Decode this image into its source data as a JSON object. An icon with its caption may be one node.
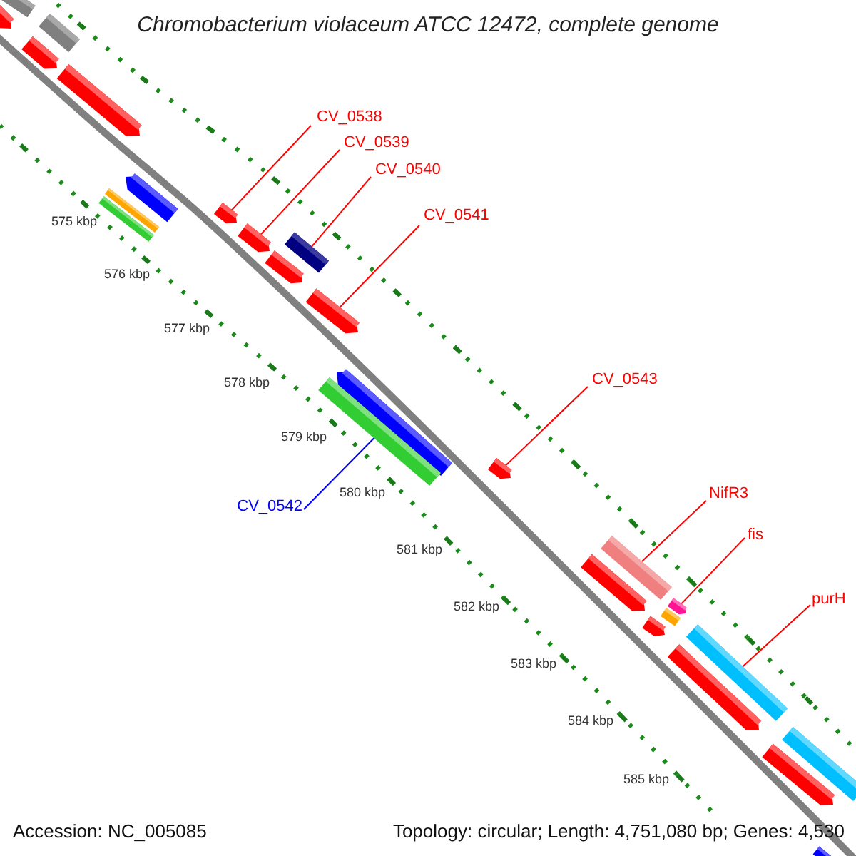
{
  "diagram": {
    "title": "Chromobacterium violaceum ATCC 12472, complete genome",
    "nodes": [
      {
        "text": [
          "CV_0538"
        ]
      },
      {
        "text": [
          "CV_0539"
        ]
      },
      {
        "text": [
          "CV_0540"
        ]
      },
      {
        "text": [
          "CV_0541"
        ]
      },
      {
        "text": [
          "CV_0542"
        ]
      },
      {
        "text": [
          "CV_0543"
        ]
      },
      {
        "text": [
          "NifR3"
        ]
      },
      {
        "text": [
          "fis"
        ]
      },
      {
        "text": [
          "purH"
        ]
      },
      {
        "text": [],
        "shape": "bar"
      },
      {
        "text": [],
        "shape": "bar"
      },
      {
        "text": [],
        "shape": "bar"
      },
      {
        "text": [],
        "shape": "bar"
      },
      {
        "text": [],
        "shape": "bar"
      },
      {
        "text": [],
        "shape": "bar"
      },
      {
        "text": [],
        "shape": "bar"
      },
      {
        "text": [],
        "shape": "bar"
      },
      {
        "text": [],
        "shape": "bar"
      },
      {
        "text": [],
        "shape": "bar"
      },
      {
        "text": [],
        "shape": "bar"
      },
      {
        "text": [],
        "shape": "bar"
      },
      {
        "text": [],
        "shape": "bar"
      },
      {
        "text": [],
        "shape": "bar"
      },
      {
        "text": [],
        "shape": "bar"
      },
      {
        "text": [],
        "shape": "bar"
      },
      {
        "text": [],
        "shape": "bar"
      },
      {
        "text": [],
        "shape": "bar"
      },
      {
        "text": [],
        "shape": "bar"
      },
      {
        "text": [],
        "shape": "bar"
      },
      {
        "text": [],
        "shape": "bar"
      },
      {
        "text": [],
        "shape": "bar"
      },
      {
        "text": [],
        "shape": "bar"
      },
      {
        "text": [],
        "shape": "bar"
      },
      {
        "text": [],
        "shape": "bar"
      },
      {
        "text": [],
        "shape": "bar"
      }
    ],
    "edges": [
      {
        "from": 0,
        "to": 17,
        "arrow": "none"
      },
      {
        "from": 1,
        "to": 18,
        "arrow": "none"
      },
      {
        "from": 2,
        "to": 20,
        "arrow": "none"
      },
      {
        "from": 3,
        "to": 21,
        "arrow": "none"
      },
      {
        "from": 4,
        "to": 22,
        "arrow": "none",
        "color": "#0000ff"
      },
      {
        "from": 5,
        "to": 24,
        "arrow": "none"
      },
      {
        "from": 6,
        "to": 25,
        "arrow": "none"
      },
      {
        "from": 7,
        "to": 27,
        "arrow": "none"
      },
      {
        "from": 8,
        "to": 30,
        "arrow": "none"
      }
    ],
    "labels": [
      "575 kbp",
      "576 kbp",
      "577 kbp",
      "578 kbp",
      "579 kbp",
      "580 kbp",
      "581 kbp",
      "582 kbp",
      "583 kbp",
      "584 kbp",
      "585 kbp",
      "Accession: NC_005085",
      "Topology: circular; Length: 4,751,080 bp; Genes: 4,530"
    ]
  }
}
